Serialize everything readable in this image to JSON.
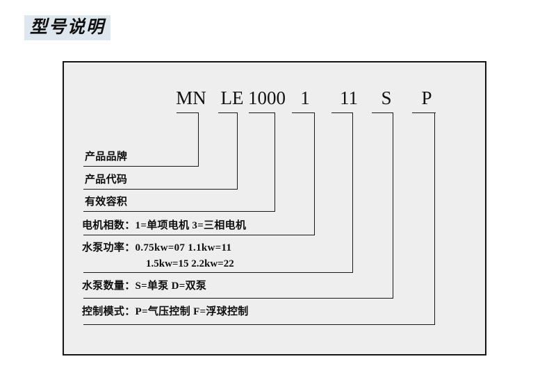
{
  "title": "型号说明",
  "model_code": {
    "tokens": [
      {
        "text": "MN",
        "name": "code-token-brand"
      },
      {
        "text": "LE",
        "name": "code-token-product-code"
      },
      {
        "text": "1000",
        "name": "code-token-volume"
      },
      {
        "text": "1",
        "name": "code-token-phase"
      },
      {
        "text": "11",
        "name": "code-token-power"
      },
      {
        "text": "S",
        "name": "code-token-pump-count"
      },
      {
        "text": "P",
        "name": "code-token-control-mode"
      }
    ]
  },
  "legend": [
    {
      "label": "产品品牌",
      "detail": ""
    },
    {
      "label": "产品代码",
      "detail": ""
    },
    {
      "label": "有效容积",
      "detail": ""
    },
    {
      "label": "电机相数：",
      "detail": "1=单项电机  3=三相电机"
    },
    {
      "label": "水泵功率：",
      "detail": "0.75kw=07  1.1kw=11",
      "detail2": "1.5kw=15    2.2kw=22"
    },
    {
      "label": "水泵数量：",
      "detail": "S=单泵    D=双泵"
    },
    {
      "label": "控制模式：",
      "detail": "P=气压控制  F=浮球控制"
    }
  ],
  "colors": {
    "title_highlight": "#dfe7ee",
    "panel_bg": "#eeeeee",
    "ink": "#141414",
    "page_bg": "#ffffff"
  }
}
